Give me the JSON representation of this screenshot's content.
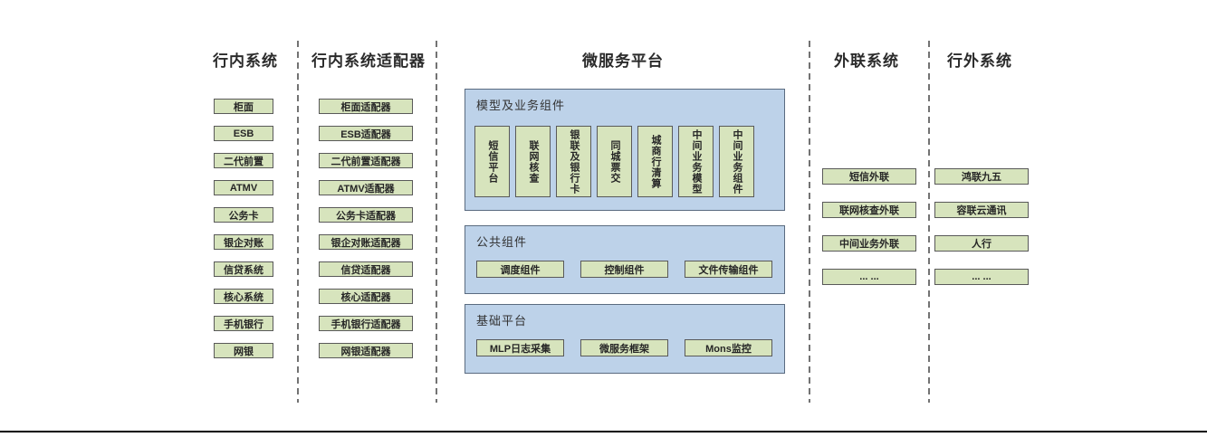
{
  "columns": {
    "inbank": {
      "title": "行内系统",
      "items": [
        "柜面",
        "ESB",
        "二代前置",
        "ATMV",
        "公务卡",
        "银企对账",
        "信贷系统",
        "核心系统",
        "手机银行",
        "网银"
      ]
    },
    "adapters": {
      "title": "行内系统适配器",
      "items": [
        "柜面适配器",
        "ESB适配器",
        "二代前置适配器",
        "ATMV适配器",
        "公务卡适配器",
        "银企对账适配器",
        "信贷适配器",
        "核心适配器",
        "手机银行适配器",
        "网银适配器"
      ]
    },
    "platform": {
      "title": "微服务平台",
      "sections": {
        "model": {
          "title": "模型及业务组件",
          "items": [
            "短信平台",
            "联网核查",
            "银联及银行卡",
            "同城票交",
            "城商行清算",
            "中间业务模型",
            "中间业务组件"
          ]
        },
        "common": {
          "title": "公共组件",
          "items": [
            "调度组件",
            "控制组件",
            "文件传输组件"
          ]
        },
        "base": {
          "title": "基础平台",
          "items": [
            "MLP日志采集",
            "微服务框架",
            "Mons监控"
          ]
        }
      }
    },
    "external_link": {
      "title": "外联系统",
      "items": [
        "短信外联",
        "联网核查外联",
        "中间业务外联",
        "... ..."
      ]
    },
    "outbank": {
      "title": "行外系统",
      "items": [
        "鸿联九五",
        "容联云通讯",
        "人行",
        "... ..."
      ]
    }
  },
  "colors": {
    "box_fill": "#d7e4bd",
    "box_border": "#595959",
    "panel_fill": "#bdd2e9",
    "panel_border": "#5a6b80",
    "separator": "#737373",
    "text": "#262626",
    "bottom_rule": "#000000"
  }
}
